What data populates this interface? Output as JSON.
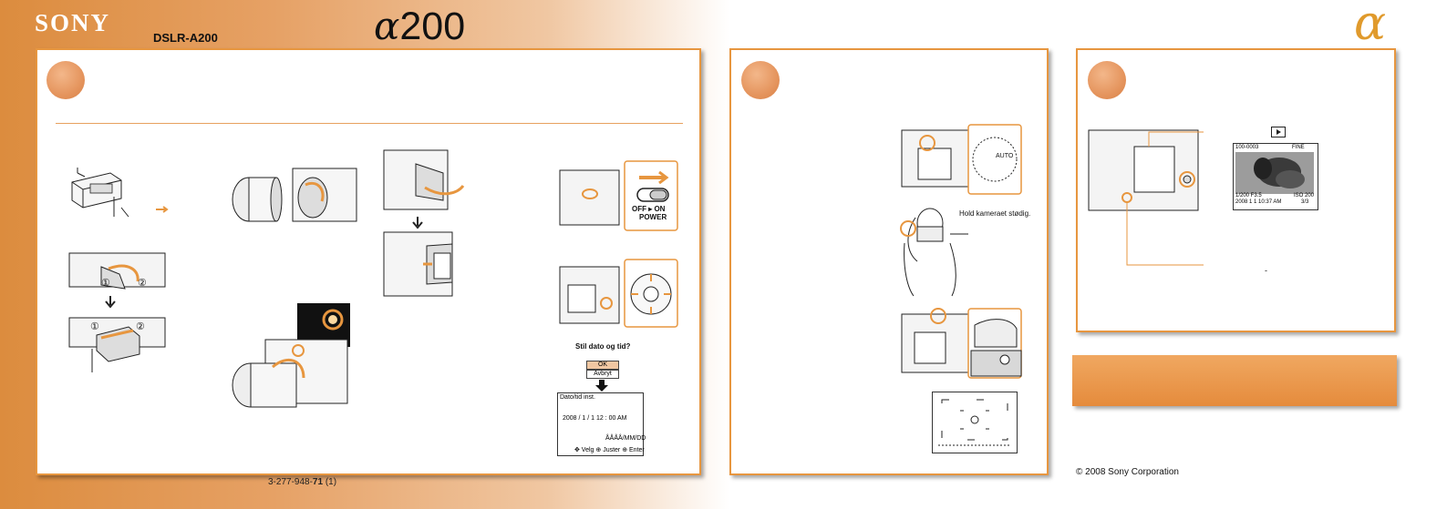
{
  "header": {
    "brand": "SONY",
    "model_code": "DSLR-A200",
    "model_mark_glyph": "α",
    "model_mark_number": "200",
    "alpha_logo": "α"
  },
  "panel1": {
    "step_labels": [
      "①",
      "②",
      "①",
      "②"
    ],
    "switch_labels": {
      "off_on": "OFF ▸ ON",
      "power": "POWER"
    },
    "menu_prompt": "Stil dato og tid?",
    "menu_options": [
      "OK",
      "Avbryt"
    ],
    "clock_screen": {
      "title": "Dato/tid inst.",
      "date_line": "2008 / 1 / 1   12 : 00  AM",
      "format_line": "ÅÅÅÅ/MM/DD",
      "footer": "✥ Velg   ⊕ Juster ⊕ Enter"
    }
  },
  "panel2": {
    "hold_caption": "Hold kameraet stødig.",
    "dial_label": "AUTO"
  },
  "panel3": {
    "playback_icon": "▶",
    "screen_top_left": "100-0003",
    "screen_top_right": "FINE",
    "screen_bottom_left_1": "1/200   F3.5",
    "screen_bottom_left_2": "2008 1 1 10:37 AM",
    "screen_bottom_right_1": "ISO 200",
    "screen_bottom_right_2": "3/3",
    "dash_mark": "-"
  },
  "footer": {
    "part_number_prefix": "3-277-948-",
    "part_number_bold": "71",
    "part_number_suffix": " (1)",
    "copyright": "© 2008  Sony Corporation"
  },
  "colors": {
    "accent": "#e7963f",
    "banner_orange": "#e58b3c",
    "alpha_gold": "#e09a2c"
  }
}
